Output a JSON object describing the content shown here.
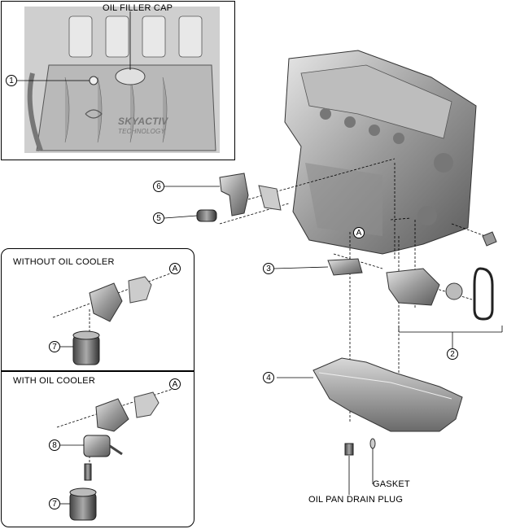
{
  "labels": {
    "oil_filler_cap": "OIL FILLER CAP",
    "without_oil_cooler": "WITHOUT OIL COOLER",
    "with_oil_cooler": "WITH OIL COOLER",
    "gasket": "GASKET",
    "oil_pan_drain_plug": "OIL PAN DRAIN PLUG",
    "engine_logo_line1": "SKYACTIV",
    "engine_logo_line2": "TECHNOLOGY"
  },
  "callouts": {
    "c1": "1",
    "c2": "2",
    "c3": "3",
    "c4": "4",
    "c5": "5",
    "c6": "6",
    "c7a": "7",
    "c7b": "7",
    "c8": "8",
    "a_main": "A",
    "a_without": "A",
    "a_with": "A"
  }
}
